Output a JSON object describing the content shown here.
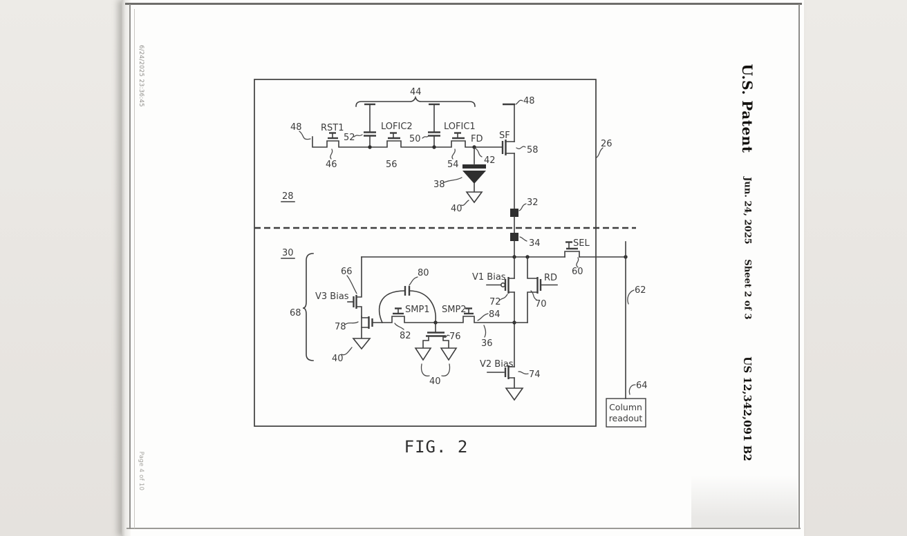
{
  "header": {
    "title": "U.S. Patent",
    "date": "Jun. 24, 2025",
    "sheet": "Sheet 2 of 3",
    "patent_number": "US 12,342,091 B2"
  },
  "sidebar": {
    "timestamp": "6/24/2025 23:36:45",
    "page_label": "Page 4 of 10"
  },
  "figure": {
    "caption": "FIG. 2",
    "column_readout": {
      "line1": "Column",
      "line2": "readout"
    },
    "devices": {
      "rst1": "RST1",
      "lofic2": "LOFIC2",
      "lofic1": "LOFIC1",
      "fd": "FD",
      "sf": "SF",
      "sel": "SEL",
      "rd": "RD",
      "smp1": "SMP1",
      "smp2": "SMP2",
      "v1_bias": "V1 Bias",
      "v2_bias": "V2 Bias",
      "v3_bias": "V3 Bias"
    },
    "refs": {
      "n26": "26",
      "n28": "28",
      "n30": "30",
      "n32": "32",
      "n34": "34",
      "n36": "36",
      "n38": "38",
      "n40": "40",
      "n42": "42",
      "n44": "44",
      "n46": "46",
      "n48": "48",
      "n50": "50",
      "n52": "52",
      "n54": "54",
      "n56": "56",
      "n58": "58",
      "n60": "60",
      "n62": "62",
      "n64": "64",
      "n66": "66",
      "n68": "68",
      "n70": "70",
      "n72": "72",
      "n74": "74",
      "n76": "76",
      "n78": "78",
      "n80": "80",
      "n82": "82",
      "n84": "84"
    }
  }
}
